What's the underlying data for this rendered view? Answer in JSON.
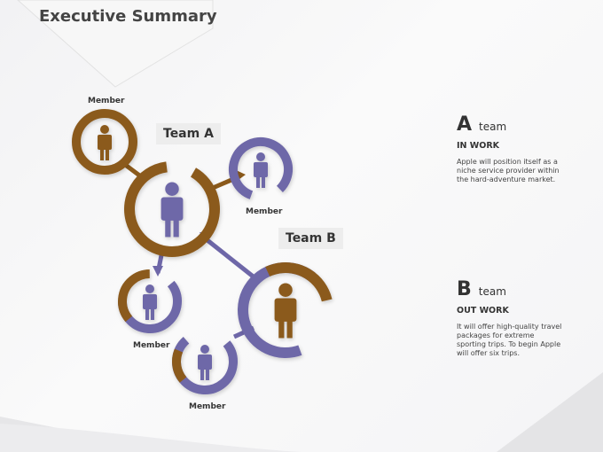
{
  "page": {
    "title": "Executive Summary"
  },
  "colors": {
    "brown": "#8B5A1B",
    "purple": "#6E67A8",
    "background": "#f5f5f7"
  },
  "diagram": {
    "callouts": {
      "team_a": "Team A",
      "team_b": "Team B"
    },
    "member_label": "Member",
    "nodes": [
      {
        "id": "member-top-left",
        "label": "Member",
        "ring_color": "brown",
        "figure_color": "brown"
      },
      {
        "id": "team-a-hub",
        "label": "",
        "ring_color": "brown",
        "figure_color": "purple"
      },
      {
        "id": "member-top-right",
        "label": "Member",
        "ring_color": "purple",
        "figure_color": "purple"
      },
      {
        "id": "member-mid-left",
        "label": "Member",
        "ring_color": "brown+purple",
        "figure_color": "purple"
      },
      {
        "id": "team-b-hub",
        "label": "",
        "ring_color": "purple+brown",
        "figure_color": "brown"
      },
      {
        "id": "member-bottom",
        "label": "Member",
        "ring_color": "purple+brown",
        "figure_color": "purple"
      }
    ],
    "icon": "person-icon"
  },
  "panels": {
    "a": {
      "letter": "A",
      "word": "team",
      "subtitle": "IN WORK",
      "description": "Apple will position itself as a niche service provider within the hard-adventure market."
    },
    "b": {
      "letter": "B",
      "word": "team",
      "subtitle": "OUT WORK",
      "description": "It will offer high-quality travel packages for extreme sporting trips. To begin Apple will offer six trips."
    }
  }
}
